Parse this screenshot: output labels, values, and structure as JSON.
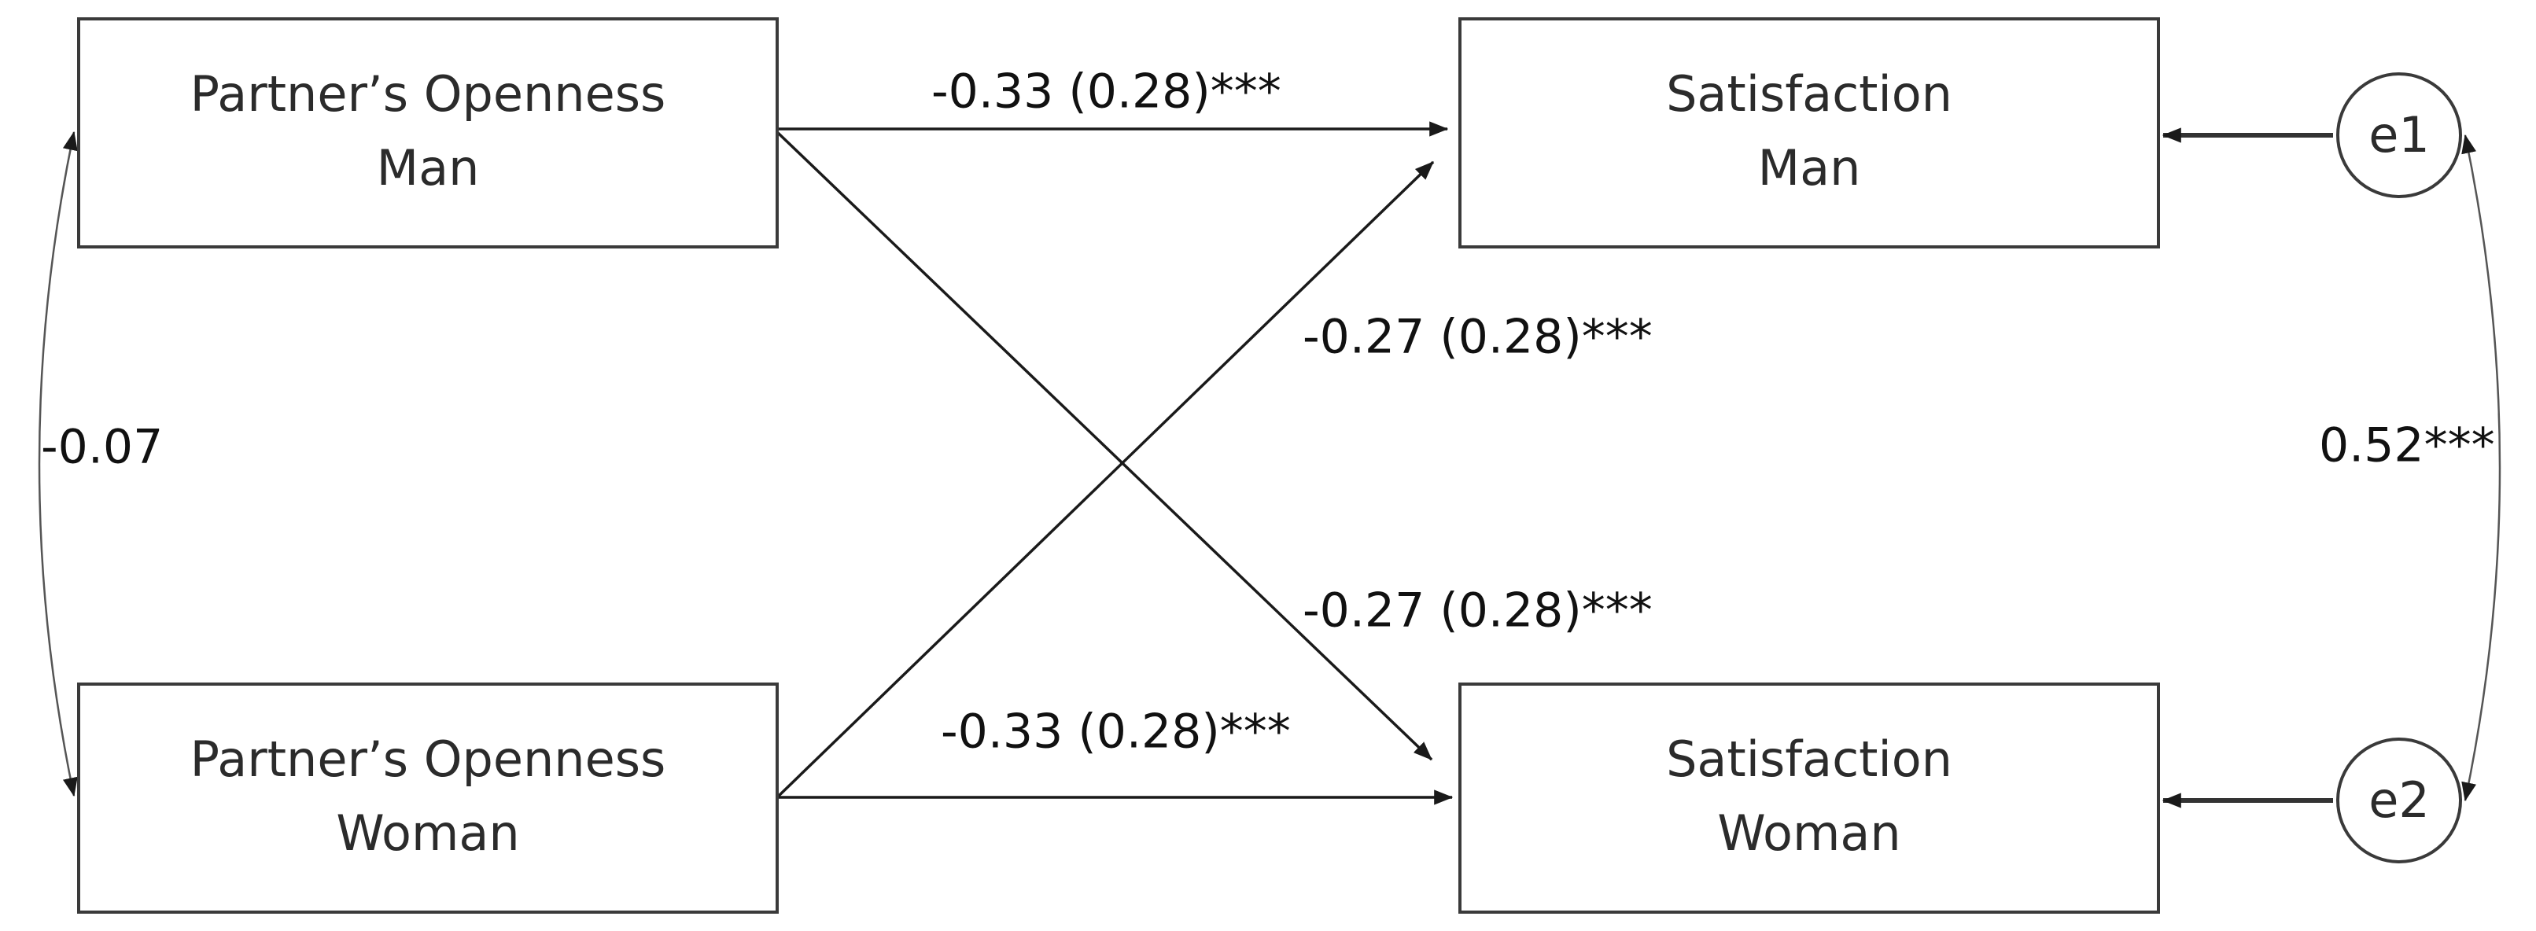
{
  "nodes": {
    "openness_man": {
      "line1": "Partner’s Openness",
      "line2": "Man"
    },
    "openness_woman": {
      "line1": "Partner’s Openness",
      "line2": "Woman"
    },
    "satisfaction_man": {
      "line1": "Satisfaction",
      "line2": "Man"
    },
    "satisfaction_woman": {
      "line1": "Satisfaction",
      "line2": "Woman"
    },
    "error_man": {
      "label": "e1"
    },
    "error_woman": {
      "label": "e2"
    }
  },
  "paths": {
    "openness_man_to_satisfaction_man": "-0.33 (0.28)***",
    "openness_woman_to_satisfaction_man": "-0.27 (0.28)***",
    "openness_man_to_satisfaction_woman": "-0.27 (0.28)***",
    "openness_woman_to_satisfaction_woman": "-0.33 (0.28)***"
  },
  "covariances": {
    "openness": "-0.07",
    "errors": "0.52***"
  }
}
